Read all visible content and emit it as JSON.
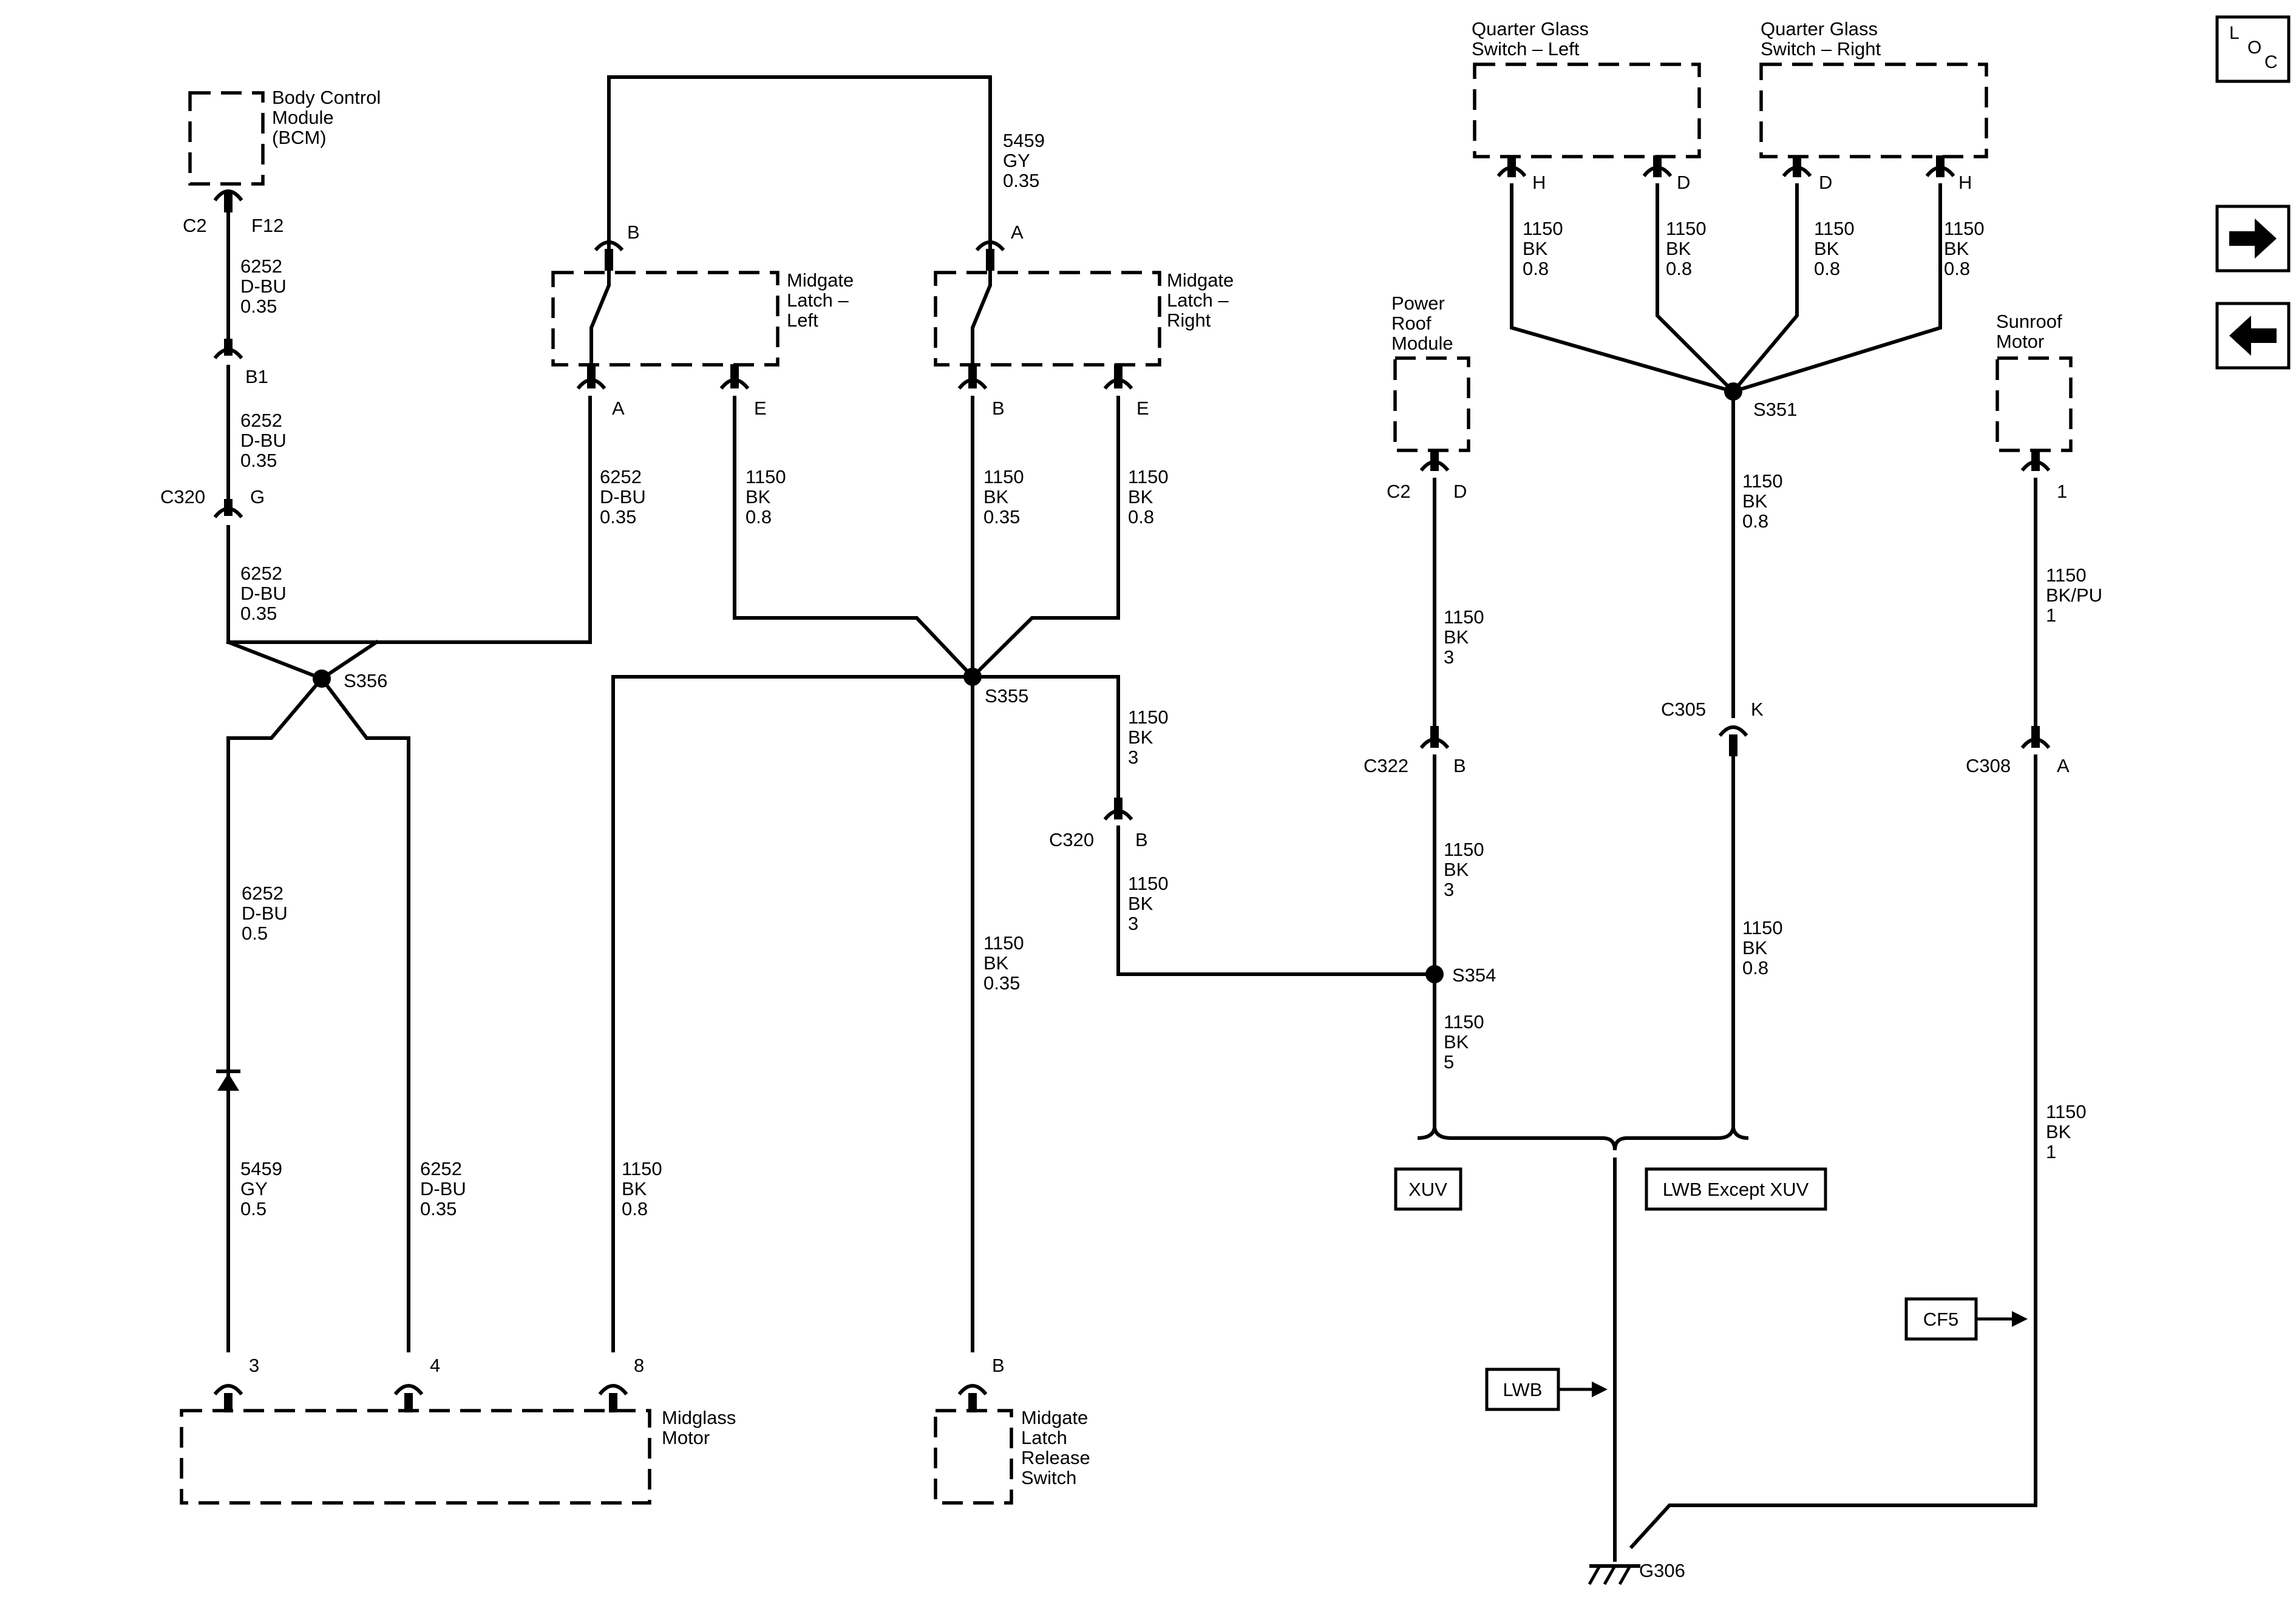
{
  "components": {
    "bcm": "Body Control Module (BCM)",
    "midgate_latch_left": "Midgate Latch – Left",
    "midgate_latch_right": "Midgate Latch – Right",
    "power_roof_module": "Power Roof Module",
    "quarter_glass_left": "Quarter Glass Switch – Left",
    "quarter_glass_right": "Quarter Glass Switch – Right",
    "sunroof_motor": "Sunroof Motor",
    "midglass_motor": "Midglass Motor",
    "midgate_release_switch": "Midgate Latch Release Switch"
  },
  "connectors": {
    "bcm_c2": "C2",
    "bcm_pin": "F12",
    "b1": "B1",
    "c320_left": "C320",
    "c320_left_pin": "G",
    "latch_l_top": "B",
    "latch_l_a": "A",
    "latch_l_e": "E",
    "latch_r_top": "A",
    "latch_r_b": "B",
    "latch_r_e": "E",
    "prm_c2": "C2",
    "prm_pin": "D",
    "qg_l_h": "H",
    "qg_l_d": "D",
    "qg_r_d": "D",
    "qg_r_h": "H",
    "sunroof_pin": "1",
    "c322": "C322",
    "c322_pin": "B",
    "c305": "C305",
    "c305_pin": "K",
    "c308": "C308",
    "c308_pin": "A",
    "c320_mid": "C320",
    "c320_mid_pin": "B",
    "mg_pin3": "3",
    "mg_pin4": "4",
    "mg_pin8": "8",
    "release_pin": "B"
  },
  "splices": {
    "s356": "S356",
    "s355": "S355",
    "s354": "S354",
    "s351": "S351",
    "g306": "G306"
  },
  "wire_labels": {
    "bcm_f12": [
      "6252",
      "D-BU",
      "0.35"
    ],
    "b1_c320": [
      "6252",
      "D-BU",
      "0.35"
    ],
    "c320_s356": [
      "6252",
      "D-BU",
      "0.35"
    ],
    "latch_l_a": [
      "6252",
      "D-BU",
      "0.35"
    ],
    "latch_l_e": [
      "1150",
      "BK",
      "0.8"
    ],
    "latch_r_b": [
      "1150",
      "BK",
      "0.35"
    ],
    "latch_r_e": [
      "1150",
      "BK",
      "0.8"
    ],
    "top_loop": [
      "5459",
      "GY",
      "0.35"
    ],
    "s356_diode_up": [
      "6252",
      "D-BU",
      "0.5"
    ],
    "diode_down": [
      "5459",
      "GY",
      "0.5"
    ],
    "mg_pin4": [
      "6252",
      "D-BU",
      "0.35"
    ],
    "mg_pin8": [
      "1150",
      "BK",
      "0.8"
    ],
    "release": [
      "1150",
      "BK",
      "0.35"
    ],
    "s355_c320": [
      "1150",
      "BK",
      "3"
    ],
    "c320_s354": [
      "1150",
      "BK",
      "3"
    ],
    "prm_c322": [
      "1150",
      "BK",
      "3"
    ],
    "c322_s354": [
      "1150",
      "BK",
      "3"
    ],
    "s354_down": [
      "1150",
      "BK",
      "5"
    ],
    "qg_1": [
      "1150",
      "BK",
      "0.8"
    ],
    "qg_2": [
      "1150",
      "BK",
      "0.8"
    ],
    "qg_3": [
      "1150",
      "BK",
      "0.8"
    ],
    "qg_4": [
      "1150",
      "BK",
      "0.8"
    ],
    "s351_c305": [
      "1150",
      "BK",
      "0.8"
    ],
    "c305_down": [
      "1150",
      "BK",
      "0.8"
    ],
    "sunroof_c308": [
      "1150",
      "BK/PU",
      "1"
    ],
    "c308_down": [
      "1150",
      "BK",
      "1"
    ]
  },
  "option_boxes": {
    "xuv": "XUV",
    "lwb_except_xuv": "LWB Except XUV",
    "lwb": "LWB",
    "cf5": "CF5"
  },
  "loc_button": {
    "l": "L",
    "o": "O",
    "c": "C"
  },
  "nav": {
    "forward": "right-arrow-icon",
    "back": "left-arrow-icon"
  }
}
